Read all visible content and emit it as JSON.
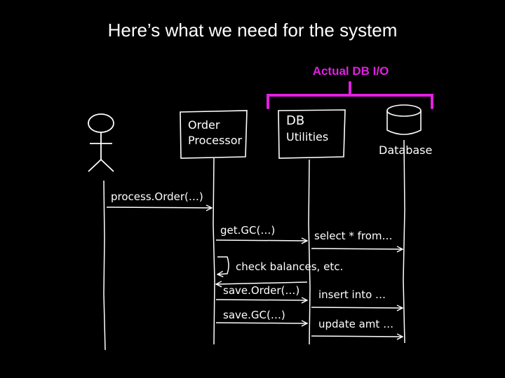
{
  "slide": {
    "title": "Here’s what we need for the system",
    "bracket_label": "Actual DB I/O",
    "bracket_color": "#e020e0"
  },
  "participants": {
    "order_processor": [
      "Order",
      "Processor"
    ],
    "db_utilities": [
      "DB",
      "Utilities"
    ],
    "database": "Database"
  },
  "messages": {
    "process_order": "process.Order(…)",
    "get_gc": "get.GC(…)",
    "select_from": "select * from…",
    "check_balances": "check balances, etc.",
    "save_order": "save.Order(…)",
    "insert_into": "insert into …",
    "save_gc": "save.GC(…)",
    "update_amt": "update amt …"
  }
}
